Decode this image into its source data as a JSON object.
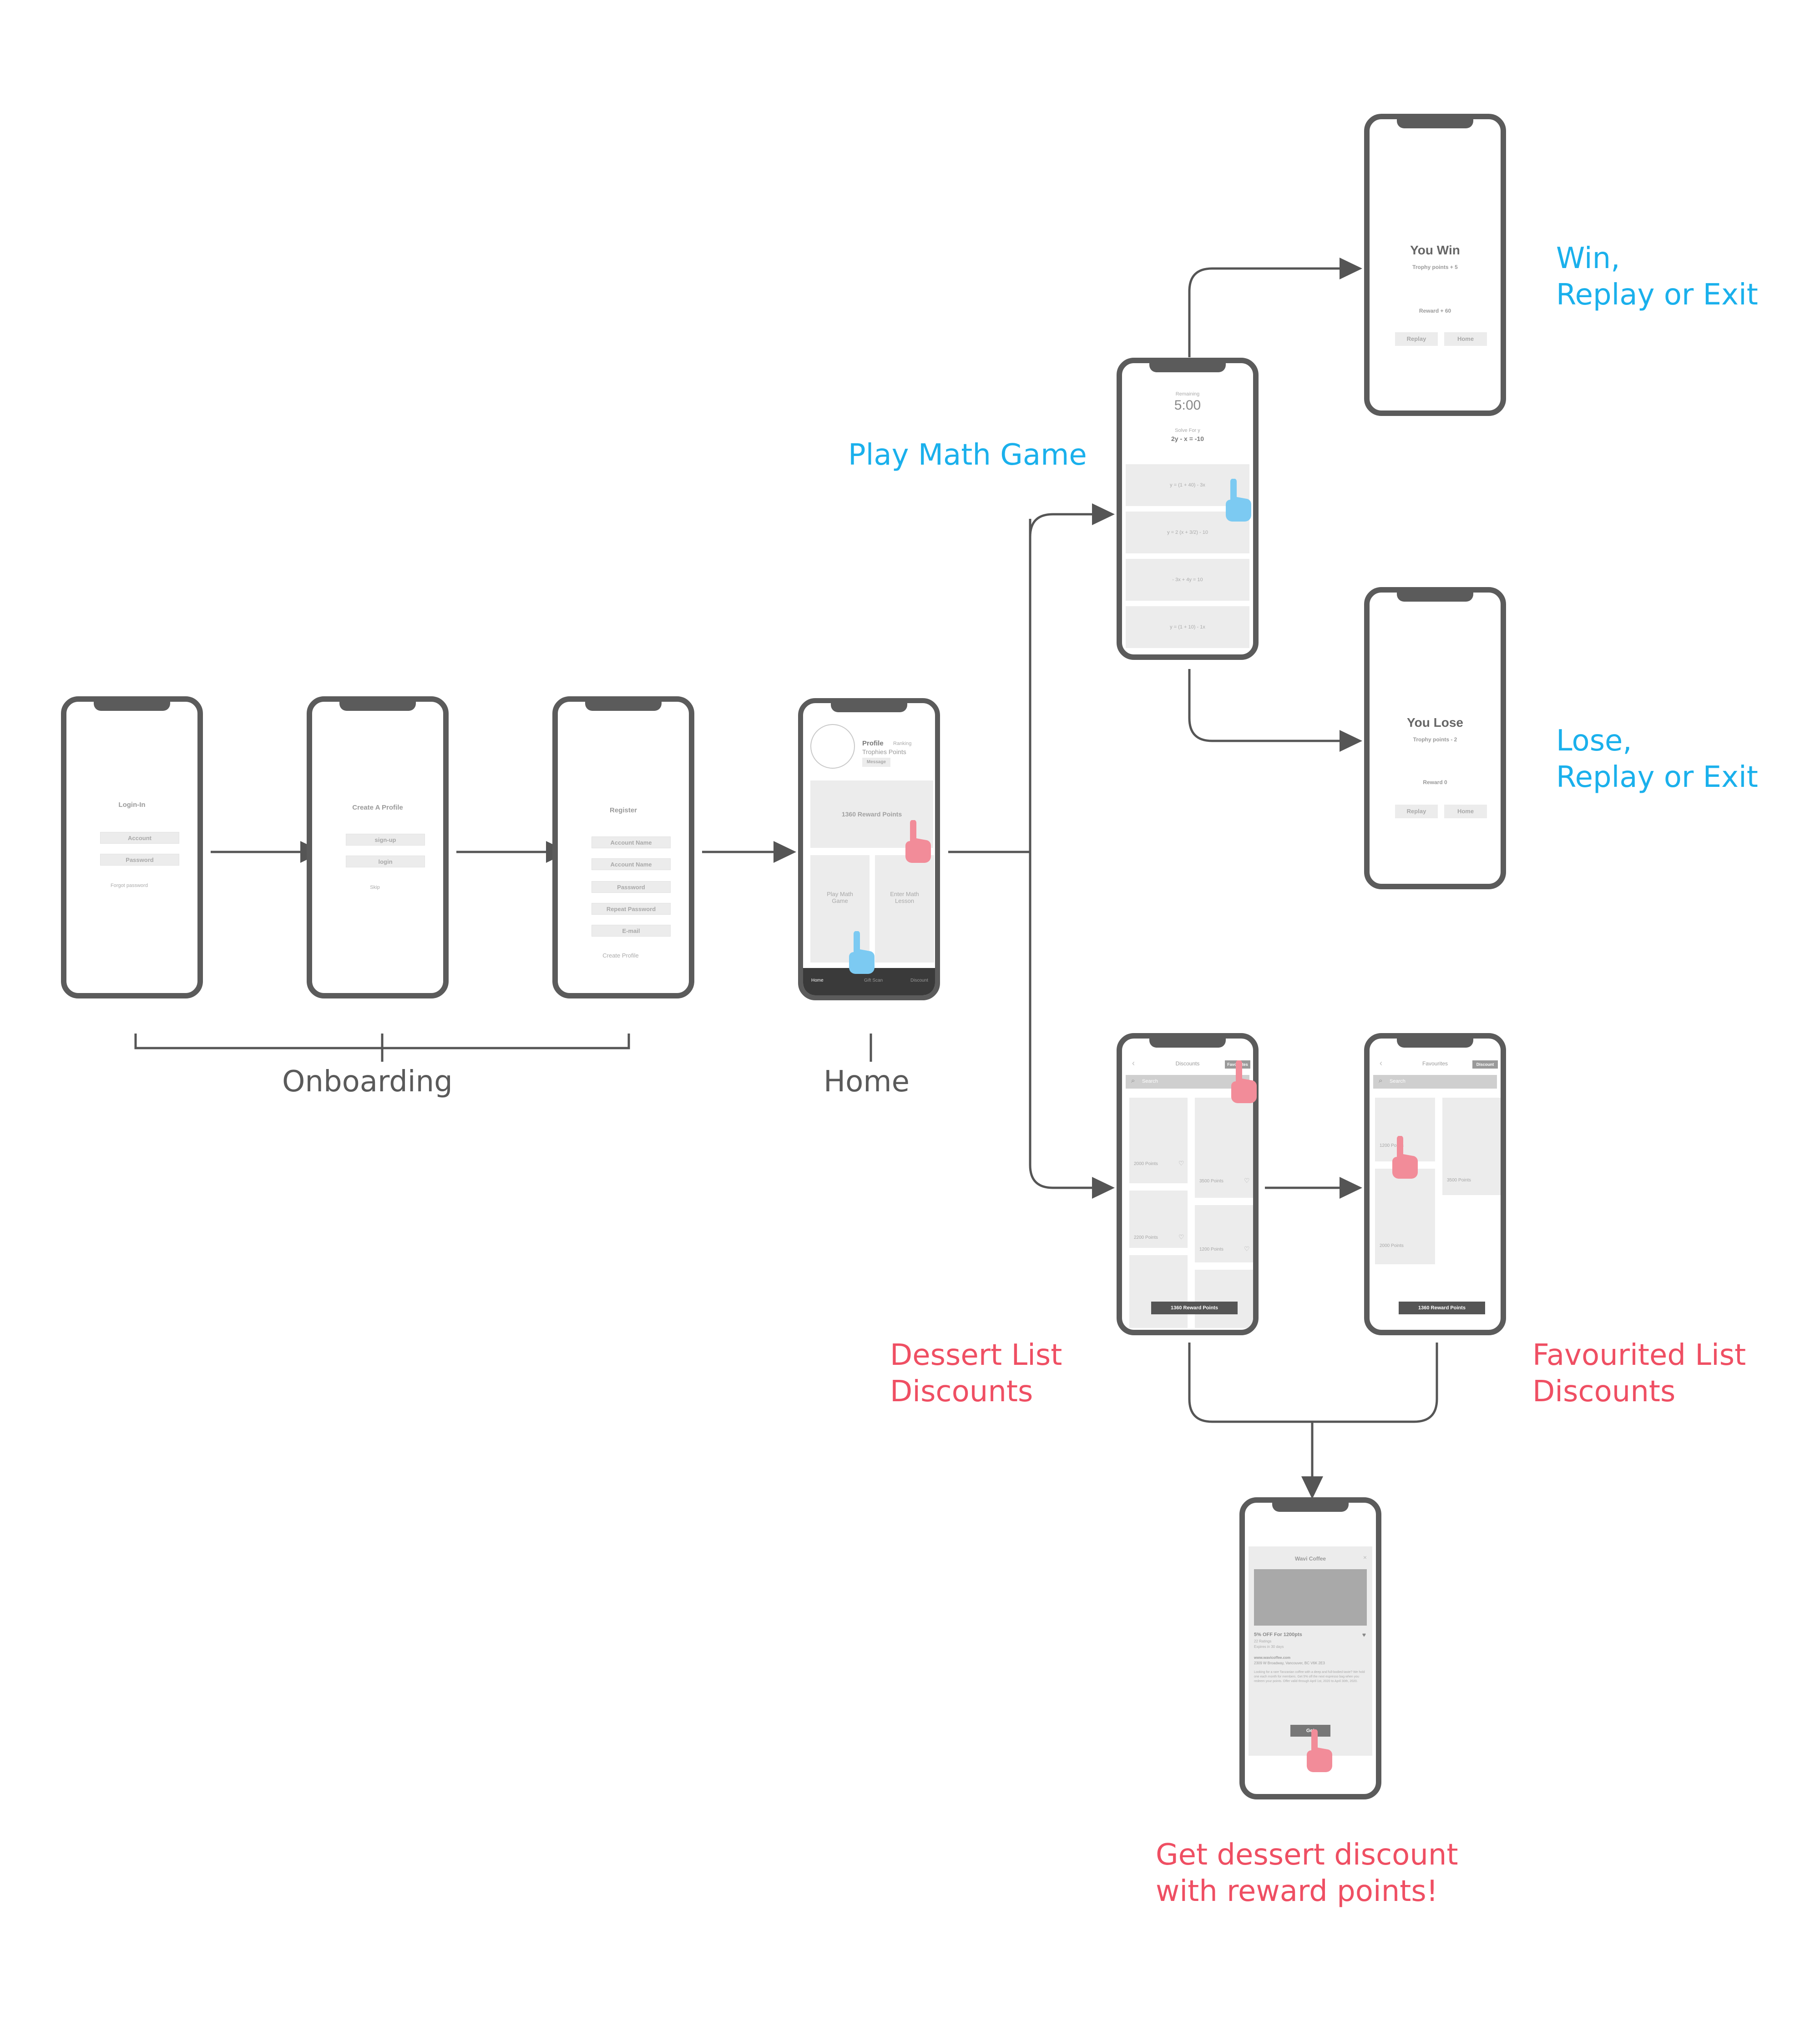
{
  "login": {
    "title": "Login-In",
    "account": "Account",
    "password": "Password",
    "forgot": "Forgot password"
  },
  "create_profile": {
    "title": "Create A Profile",
    "signup": "sign-up",
    "login": "login",
    "skip": "Skip"
  },
  "register": {
    "title": "Register",
    "account_name_1": "Account Name",
    "account_name_2": "Account Name",
    "password": "Password",
    "repeat_password": "Repeat Password",
    "email": "E-mail",
    "create": "Create Profile"
  },
  "home": {
    "profile": "Profile",
    "ranking": "Ranking",
    "trophies_points": "Trophies Points",
    "message": "Message",
    "reward_points": "1360 Reward Points",
    "play_math": "Play Math Game",
    "enter_math": "Enter Math Lesson",
    "tab_home": "Home",
    "tab_gift": "Gift Scan",
    "tab_discount": "Discount"
  },
  "game": {
    "remaining": "Remaining",
    "time": "5:00",
    "solve_for": "Solve For y",
    "equation": "2y - x = -10",
    "option_1": "y = (1 + 40) - 3x",
    "option_2": "y = 2 (x + 3/2) - 10",
    "option_3": "- 3x + 4y = 10",
    "option_4": "y = (1 + 10) - 1x"
  },
  "win": {
    "title": "You Win",
    "trophy": "Trophy points + 5",
    "reward": "Reward + 60",
    "replay": "Replay",
    "home": "Home"
  },
  "lose": {
    "title": "You Lose",
    "trophy": "Trophy points - 2",
    "reward": "Reward 0",
    "replay": "Replay",
    "home": "Home"
  },
  "discounts": {
    "title": "Discounts",
    "fav_btn": "Favourites",
    "search": "Search",
    "item_1": "2000 Points",
    "item_2": "3500 Points",
    "item_3": "2200 Points",
    "item_4": "1200 Points",
    "footer": "1360 Reward Points"
  },
  "favourites": {
    "title": "Favourites",
    "discount_btn": "Discount",
    "search": "Search",
    "item_1": "1200 Points",
    "item_2": "3500 Points",
    "item_3": "2000 Points",
    "footer": "1360 Reward Points"
  },
  "detail": {
    "title": "Wavi Coffee",
    "offer": "5% OFF For 1200pts",
    "rating": "22 Ratings",
    "expires": "Expires in 30 days",
    "url": "www.wavicoffee.com",
    "address": "2309 W Broadway, Vancouver, BC V6K 2E3",
    "body": "Looking for a rare Tanzanian coffee with a deep and full-bodied taste? We hold one each month for members. Get 5% off the next espresso bag when you redeem your points. Offer valid through April 1st, 2020 to April 30th, 2020.",
    "get": "Get"
  },
  "labels": {
    "onboarding": "Onboarding",
    "home": "Home",
    "play_math_game": "Play Math Game",
    "win_line1": "Win,",
    "win_line2": "Replay or Exit",
    "lose_line1": "Lose,",
    "lose_line2": "Replay or Exit",
    "dessert_line1": "Dessert List",
    "dessert_line2": "Discounts",
    "fav_line1": "Favourited List",
    "fav_line2": "Discounts",
    "get_line1": "Get dessert discount",
    "get_line2": "with reward points!"
  },
  "colors": {
    "frame": "#5b5b5b",
    "blue_label": "#1ab0ec",
    "red_label": "#ef4f63",
    "hand_blue": "#7ccaf2",
    "hand_pink": "#f28c99"
  },
  "icons": [
    "hand-pointer-icon",
    "heart-icon",
    "search-icon",
    "close-icon",
    "back-chevron-icon",
    "arrow-head-icon"
  ]
}
